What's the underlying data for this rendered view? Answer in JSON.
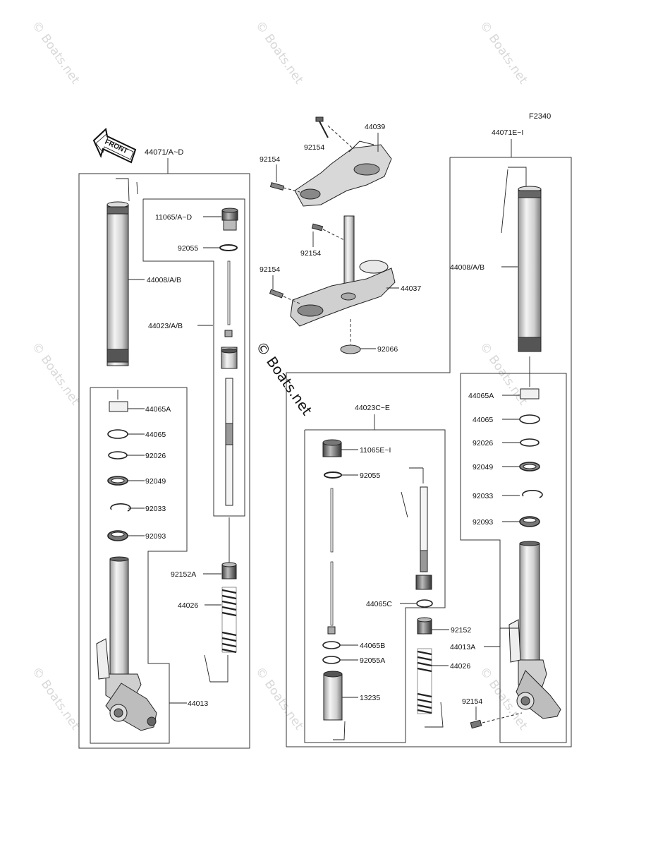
{
  "figure_code": "F2340",
  "front_arrow_text": "FRONT",
  "watermark": "© Boats.net",
  "colors": {
    "line": "#222222",
    "part_light": "#eeeeee",
    "part_mid": "#bdbdbd",
    "part_dark": "#555555",
    "watermark": "#d9d9d9"
  },
  "left_assembly": {
    "header": "44071/A~D",
    "labels": {
      "cap": "11065/A~D",
      "oring": "92055",
      "outer_tube": "44008/A/B",
      "cartridge": "44023/A/B",
      "bush_a": "44065A",
      "bush": "44065",
      "washer": "92026",
      "oil_seal": "92049",
      "clip": "92033",
      "dust_seal": "92093",
      "nut": "92152A",
      "spring": "44026",
      "inner_tube": "44013"
    }
  },
  "center_assembly": {
    "labels": {
      "bolt_top_1": "92154",
      "bolt_top_2": "92154",
      "upper_bracket": "44039",
      "bolt_mid_1": "92154",
      "bolt_mid_2": "92154",
      "stem": "44037",
      "stem_seal": "92066"
    }
  },
  "right_inner": {
    "header": "44023C~E",
    "labels": {
      "cap": "11065E~I",
      "oring": "92055",
      "bush_c": "44065C",
      "nut": "92152",
      "bush_b": "44065B",
      "oring_a": "92055A",
      "spring": "44026",
      "cylinder": "13235"
    }
  },
  "right_assembly": {
    "header": "44071E~I",
    "labels": {
      "outer_tube": "44008/A/B",
      "bush_a": "44065A",
      "bush": "44065",
      "washer": "92026",
      "oil_seal": "92049",
      "clip": "92033",
      "dust_seal": "92093",
      "inner_tube": "44013A",
      "bolt": "92154"
    }
  }
}
